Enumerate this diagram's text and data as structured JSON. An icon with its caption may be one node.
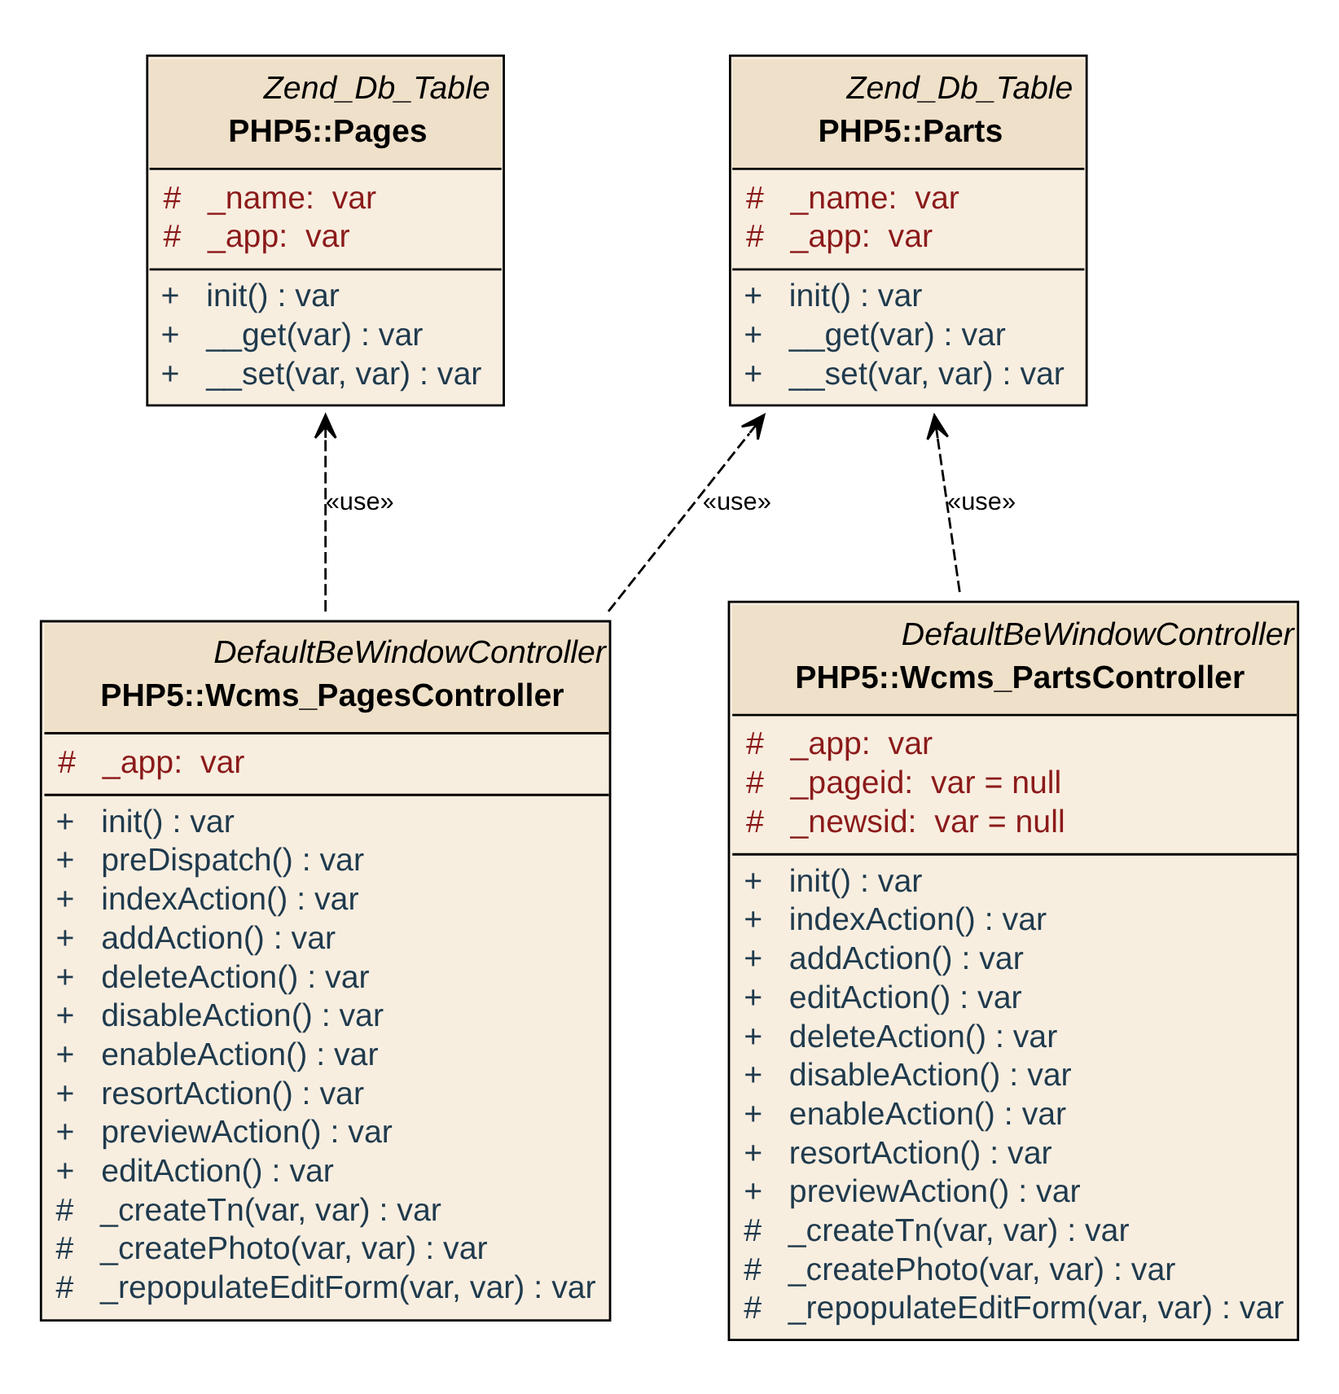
{
  "diagram": {
    "nodes": [
      {
        "text": [
          "Zend_Db_Table",
          "PHP5::Pages",
          "#   _name:  var",
          "#   _app:  var",
          "+   init() : var",
          "+   __get(var) : var",
          "+   __set(var, var) : var"
        ]
      },
      {
        "text": [
          "Zend_Db_Table",
          "PHP5::Parts",
          "#   _name:  var",
          "#   _app:  var",
          "+   init() : var",
          "+   __get(var) : var",
          "+   __set(var, var) : var"
        ]
      },
      {
        "text": [
          "DefaultBeWindowController",
          "PHP5::Wcms_PagesController",
          "#   _app:  var",
          "+   init() : var",
          "+   preDispatch() : var",
          "+   indexAction() : var",
          "+   addAction() : var",
          "+   deleteAction() : var",
          "+   disableAction() : var",
          "+   enableAction() : var",
          "+   resortAction() : var",
          "+   previewAction() : var",
          "+   editAction() : var",
          "#   _createTn(var, var) : var",
          "#   _createPhoto(var, var) : var",
          "#   _repopulateEditForm(var, var) : var"
        ]
      },
      {
        "text": [
          "DefaultBeWindowController",
          "PHP5::Wcms_PartsController",
          "#   _app:  var",
          "#   _pageid:  var = null",
          "#   _newsid:  var = null",
          "+   init() : var",
          "+   indexAction() : var",
          "+   addAction() : var",
          "+   editAction() : var",
          "+   deleteAction() : var",
          "+   disableAction() : var",
          "+   enableAction() : var",
          "+   resortAction() : var",
          "+   previewAction() : var",
          "#   _createTn(var, var) : var",
          "#   _createPhoto(var, var) : var",
          "#   _repopulateEditForm(var, var) : var"
        ]
      }
    ],
    "edges": [
      {
        "from": 2,
        "to": 0,
        "arrow": "to",
        "style": "dashed",
        "label": "«use»"
      },
      {
        "from": 2,
        "to": 1,
        "arrow": "to",
        "style": "dashed",
        "label": "«use»"
      },
      {
        "from": 3,
        "to": 1,
        "arrow": "to",
        "style": "dashed",
        "label": "«use»"
      }
    ]
  }
}
